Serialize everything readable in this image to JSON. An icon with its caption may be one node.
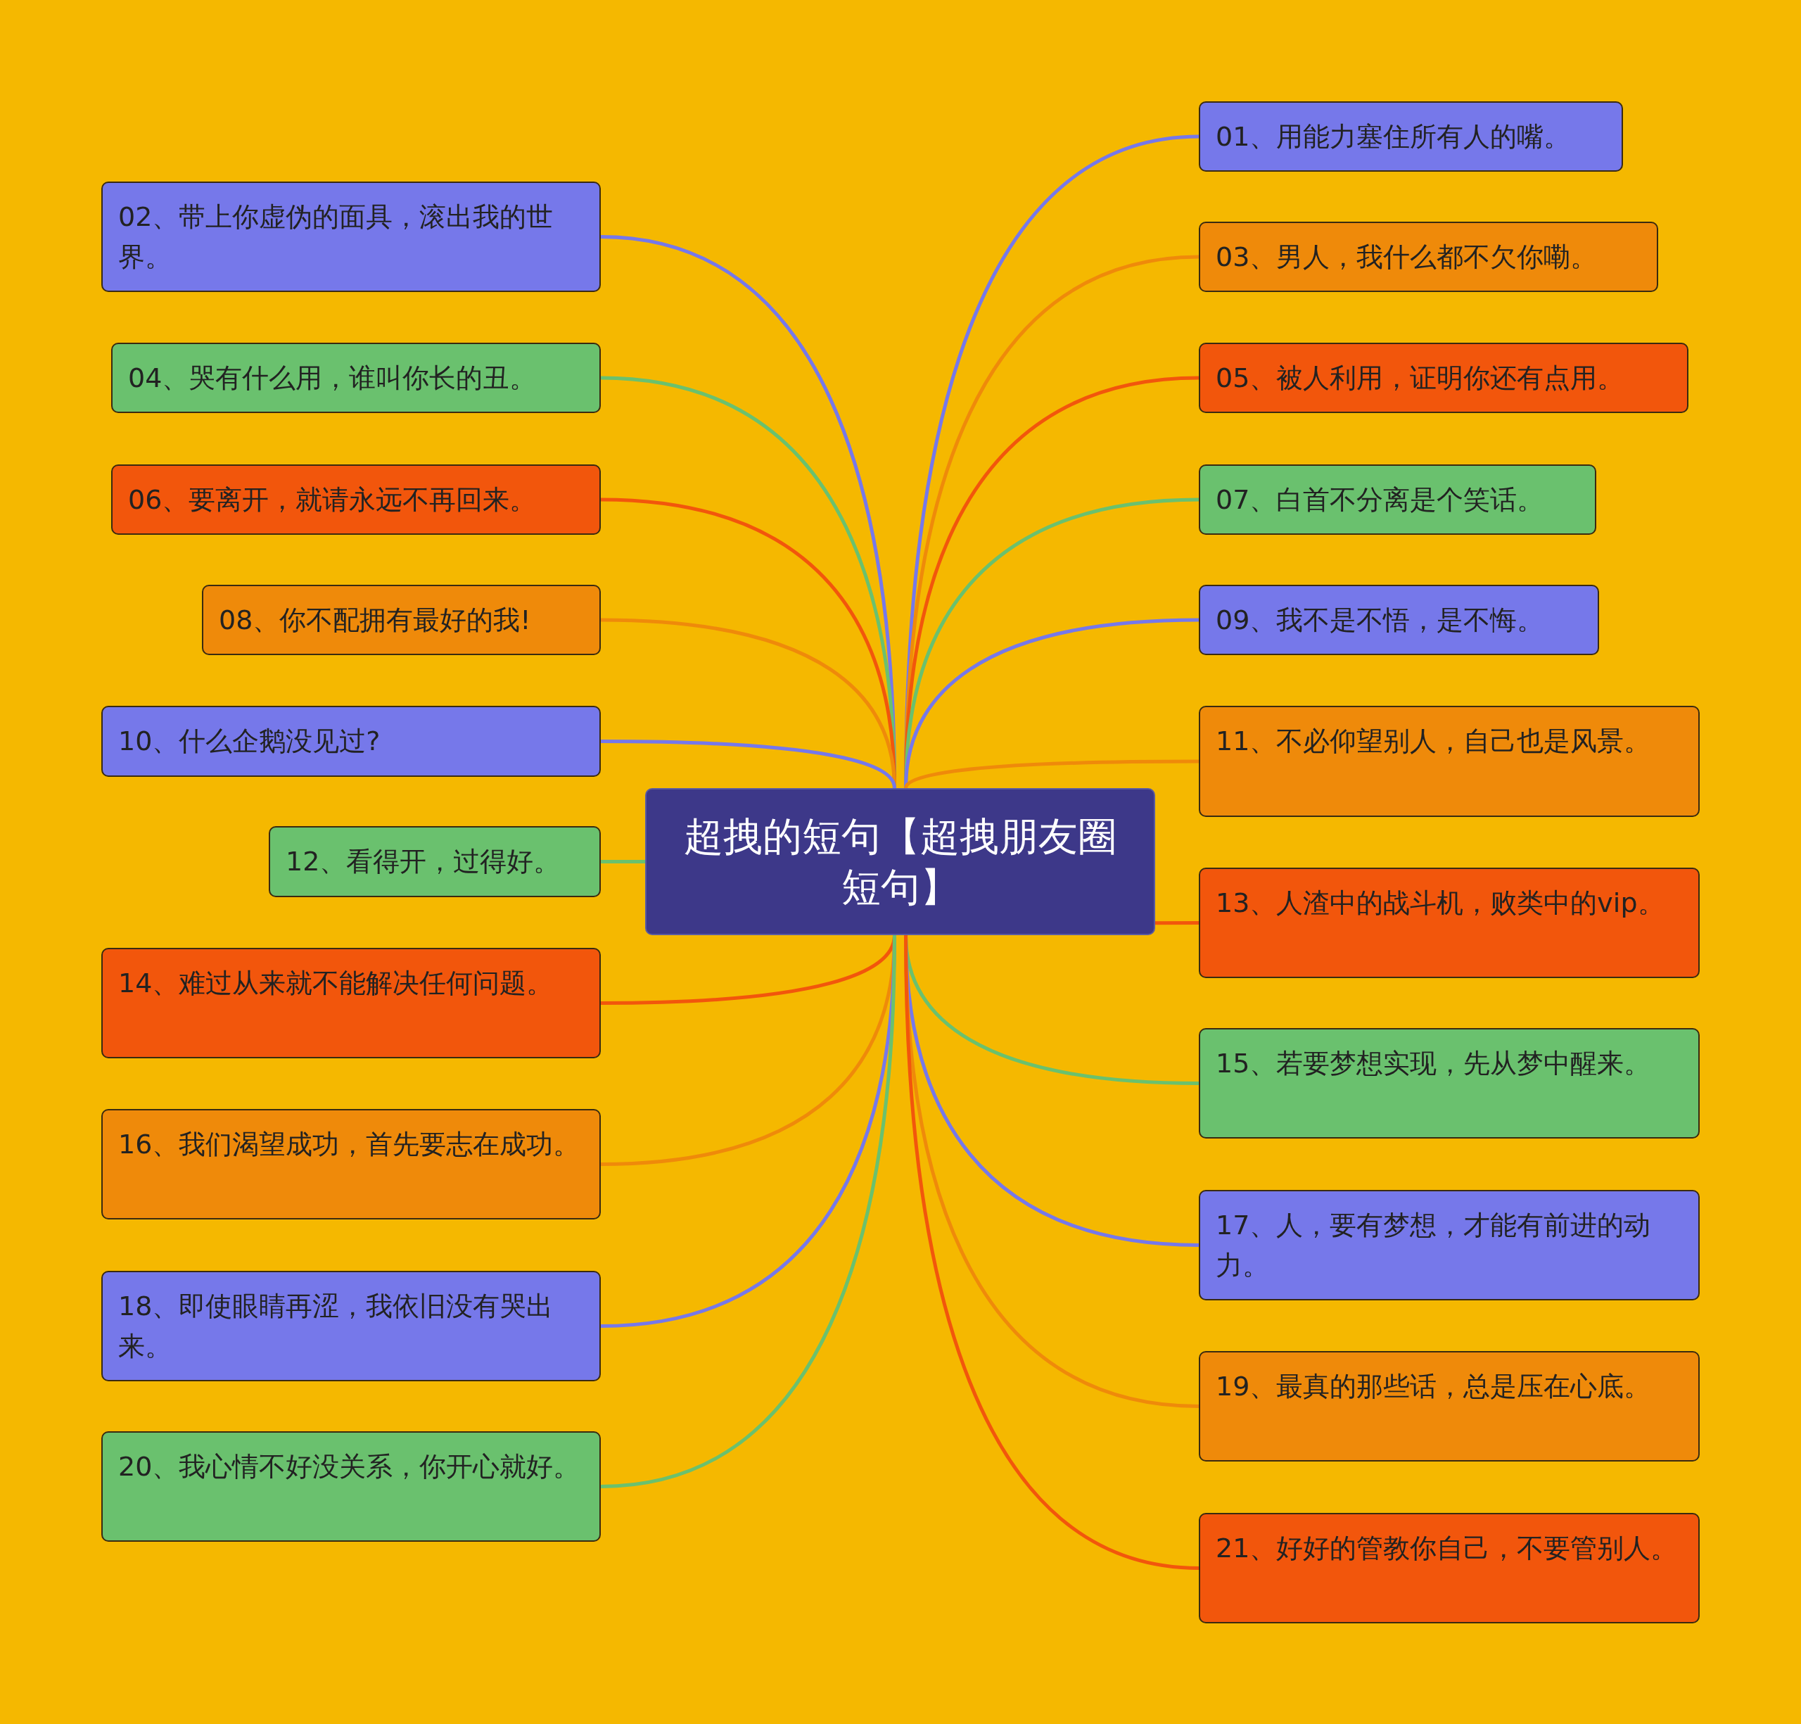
{
  "diagram": {
    "nodes": [
      {
        "text": [
          "超拽的短句【超拽朋友圈短句】"
        ]
      },
      {
        "text": [
          "01、用能力塞住所有人的嘴。"
        ]
      },
      {
        "text": [
          "02、带上你虚伪的面具，滚出我的世界。"
        ]
      },
      {
        "text": [
          "03、男人，我什么都不欠你嘞。"
        ]
      },
      {
        "text": [
          "04、哭有什么用，谁叫你长的丑。"
        ]
      },
      {
        "text": [
          "05、被人利用，证明你还有点用。"
        ]
      },
      {
        "text": [
          "06、要离开，就请永远不再回来。"
        ]
      },
      {
        "text": [
          "07、白首不分离是个笑话。"
        ]
      },
      {
        "text": [
          "08、你不配拥有最好的我!"
        ]
      },
      {
        "text": [
          "09、我不是不悟，是不悔。"
        ]
      },
      {
        "text": [
          "10、什么企鹅没见过?"
        ]
      },
      {
        "text": [
          "11、不必仰望别人，自己也是风景。"
        ]
      },
      {
        "text": [
          "12、看得开，过得好。"
        ]
      },
      {
        "text": [
          "13、人渣中的战斗机，败类中的vip。"
        ]
      },
      {
        "text": [
          "14、难过从来就不能解决任何问题。"
        ]
      },
      {
        "text": [
          "15、若要梦想实现，先从梦中醒来。"
        ]
      },
      {
        "text": [
          "16、我们渴望成功，首先要志在成功。"
        ]
      },
      {
        "text": [
          "17、人，要有梦想，才能有前进的动力。"
        ]
      },
      {
        "text": [
          "18、即使眼睛再涩，我依旧没有哭出来。"
        ]
      },
      {
        "text": [
          "19、最真的那些话，总是压在心底。"
        ]
      },
      {
        "text": [
          "20、我心情不好没关系，你开心就好。"
        ]
      },
      {
        "text": [
          "21、好好的管教你自己，不要管别人。"
        ]
      }
    ],
    "edges": [
      {
        "from": 0,
        "to": 1,
        "arrow": "none",
        "color": "#7678ea"
      },
      {
        "from": 0,
        "to": 2,
        "arrow": "none",
        "color": "#7678ea"
      },
      {
        "from": 0,
        "to": 3,
        "arrow": "none",
        "color": "#ef8a0a"
      },
      {
        "from": 0,
        "to": 4,
        "arrow": "none",
        "color": "#6ac16e"
      },
      {
        "from": 0,
        "to": 5,
        "arrow": "none",
        "color": "#f2560c"
      },
      {
        "from": 0,
        "to": 6,
        "arrow": "none",
        "color": "#f2560c"
      },
      {
        "from": 0,
        "to": 7,
        "arrow": "none",
        "color": "#6ac16e"
      },
      {
        "from": 0,
        "to": 8,
        "arrow": "none",
        "color": "#ef8a0a"
      },
      {
        "from": 0,
        "to": 9,
        "arrow": "none",
        "color": "#7678ea"
      },
      {
        "from": 0,
        "to": 10,
        "arrow": "none",
        "color": "#7678ea"
      },
      {
        "from": 0,
        "to": 11,
        "arrow": "none",
        "color": "#ef8a0a"
      },
      {
        "from": 0,
        "to": 12,
        "arrow": "none",
        "color": "#6ac16e"
      },
      {
        "from": 0,
        "to": 13,
        "arrow": "none",
        "color": "#f2560c"
      },
      {
        "from": 0,
        "to": 14,
        "arrow": "none",
        "color": "#f2560c"
      },
      {
        "from": 0,
        "to": 15,
        "arrow": "none",
        "color": "#6ac16e"
      },
      {
        "from": 0,
        "to": 16,
        "arrow": "none",
        "color": "#ef8a0a"
      },
      {
        "from": 0,
        "to": 17,
        "arrow": "none",
        "color": "#7678ea"
      },
      {
        "from": 0,
        "to": 18,
        "arrow": "none",
        "color": "#7678ea"
      },
      {
        "from": 0,
        "to": 19,
        "arrow": "none",
        "color": "#ef8a0a"
      },
      {
        "from": 0,
        "to": 20,
        "arrow": "none",
        "color": "#6ac16e"
      },
      {
        "from": 0,
        "to": 21,
        "arrow": "none",
        "color": "#f2560c"
      }
    ]
  }
}
